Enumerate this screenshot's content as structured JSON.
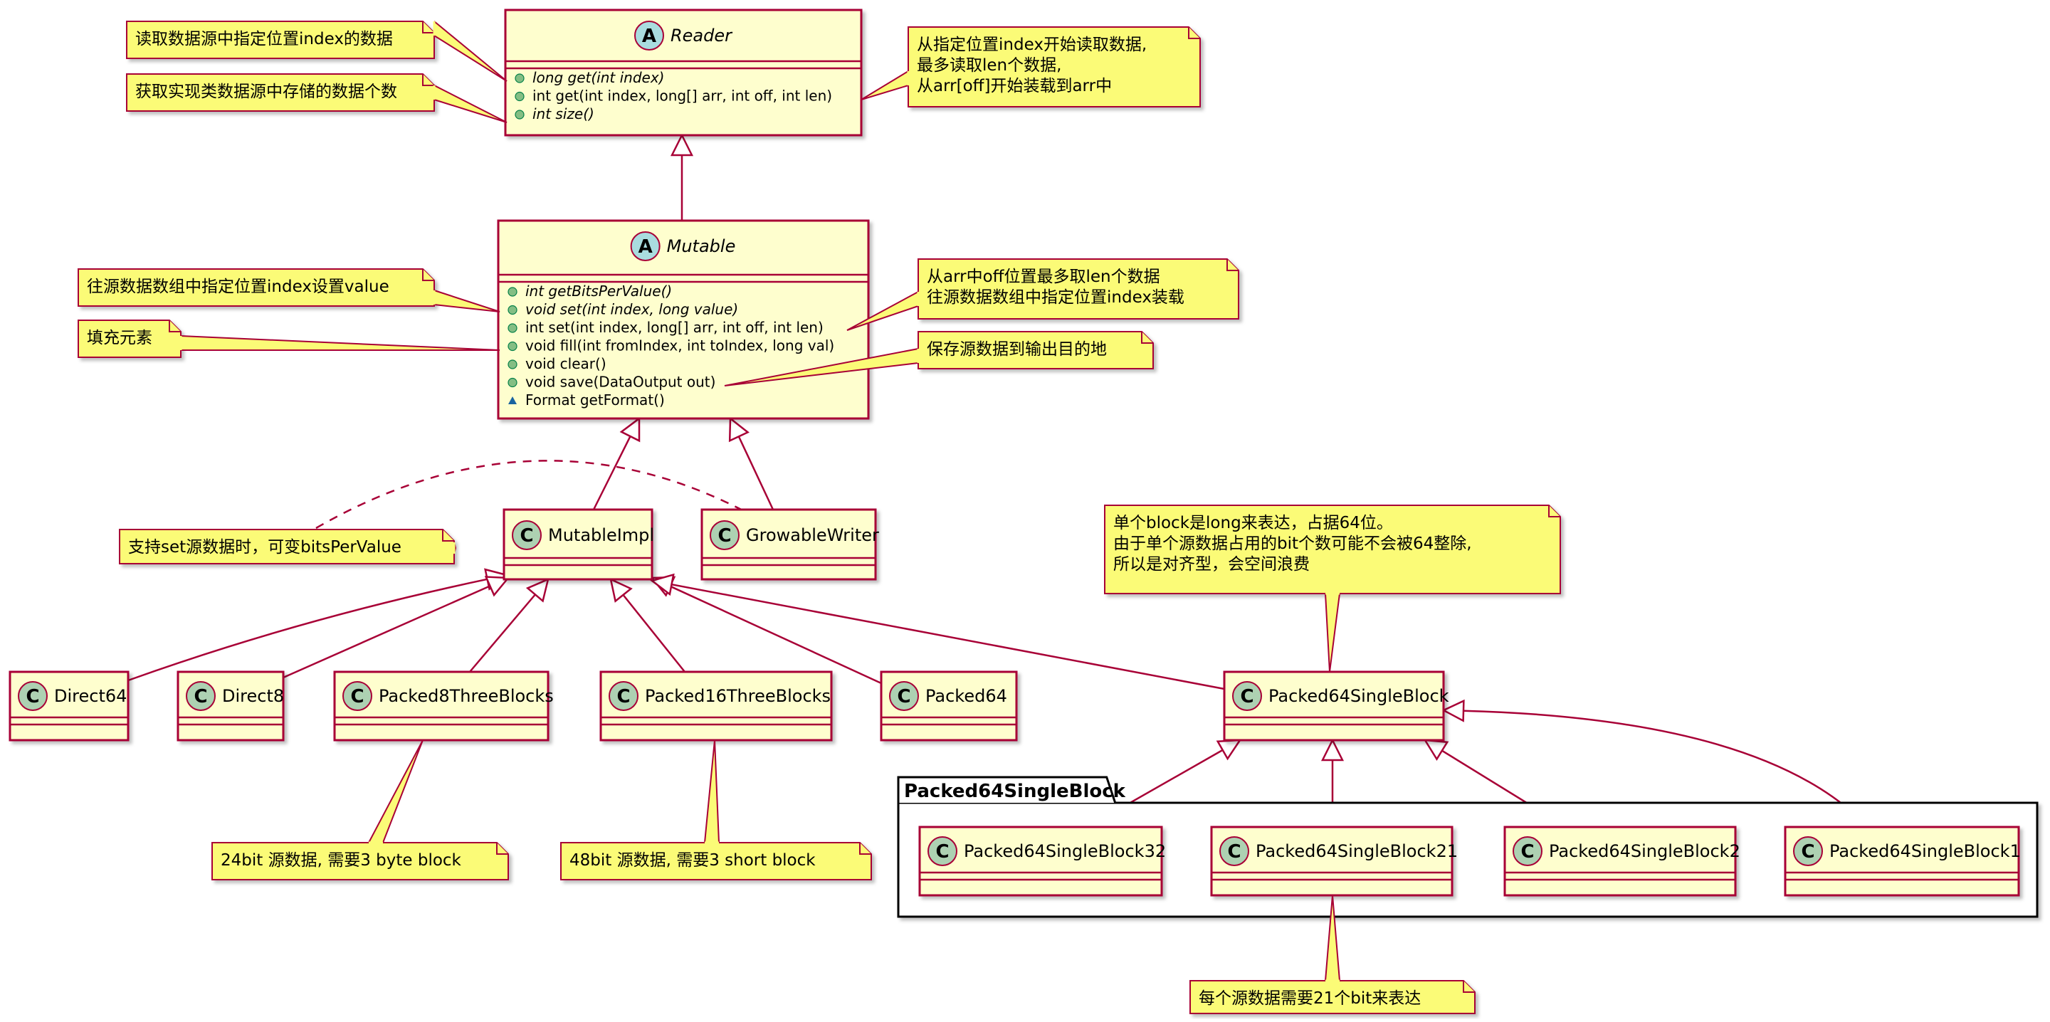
{
  "colors": {
    "class_fill": "#FEFECE",
    "class_border": "#A80036",
    "note_fill": "#FBFB77",
    "note_border": "#A80036",
    "abstract_circle": "#A9DCDF",
    "class_circle": "#ADD1B2",
    "edge": "#A80036",
    "public_marker": "#84BE84",
    "package_marker": "#1963A0"
  },
  "classes": {
    "reader": {
      "name": "Reader",
      "stereotype_letter": "A",
      "members": [
        {
          "vis": "public",
          "text": "long get(int index)",
          "italic": true
        },
        {
          "vis": "public",
          "text": "int get(int index, long[] arr, int off, int len)",
          "italic": false
        },
        {
          "vis": "public",
          "text": "int size()",
          "italic": true
        }
      ]
    },
    "mutable": {
      "name": "Mutable",
      "stereotype_letter": "A",
      "members": [
        {
          "vis": "public",
          "text": "int getBitsPerValue()",
          "italic": true
        },
        {
          "vis": "public",
          "text": "void set(int index, long value)",
          "italic": true
        },
        {
          "vis": "public",
          "text": "int set(int index, long[] arr, int off, int len)",
          "italic": false
        },
        {
          "vis": "public",
          "text": "void fill(int fromIndex, int toIndex, long val)",
          "italic": false
        },
        {
          "vis": "public",
          "text": "void clear()",
          "italic": false
        },
        {
          "vis": "public",
          "text": "void save(DataOutput out)",
          "italic": false
        },
        {
          "vis": "package",
          "text": "Format getFormat()",
          "italic": false
        }
      ]
    },
    "mutable_impl": {
      "name": "MutableImpl",
      "stereotype_letter": "C"
    },
    "growable_writer": {
      "name": "GrowableWriter",
      "stereotype_letter": "C"
    },
    "direct64": {
      "name": "Direct64",
      "stereotype_letter": "C"
    },
    "direct8": {
      "name": "Direct8",
      "stereotype_letter": "C"
    },
    "packed8_three_blocks": {
      "name": "Packed8ThreeBlocks",
      "stereotype_letter": "C"
    },
    "packed16_three_blocks": {
      "name": "Packed16ThreeBlocks",
      "stereotype_letter": "C"
    },
    "packed64": {
      "name": "Packed64",
      "stereotype_letter": "C"
    },
    "packed64_single_block": {
      "name": "Packed64SingleBlock",
      "stereotype_letter": "C"
    },
    "packed64_single_block32": {
      "name": "Packed64SingleBlock32",
      "stereotype_letter": "C"
    },
    "packed64_single_block21": {
      "name": "Packed64SingleBlock21",
      "stereotype_letter": "C"
    },
    "packed64_single_block2": {
      "name": "Packed64SingleBlock2",
      "stereotype_letter": "C"
    },
    "packed64_single_block1": {
      "name": "Packed64SingleBlock1",
      "stereotype_letter": "C"
    }
  },
  "package": {
    "name": "Packed64SingleBlock"
  },
  "notes": {
    "reader_get": [
      "读取数据源中指定位置index的数据"
    ],
    "reader_size": [
      "获取实现类数据源中存储的数据个数"
    ],
    "reader_get_range": [
      "从指定位置index开始读取数据,",
      "最多读取len个数据,",
      "从arr[off]开始装载到arr中"
    ],
    "mutable_set": [
      "往源数据数组中指定位置index设置value"
    ],
    "mutable_fill": [
      "填充元素"
    ],
    "mutable_set_range": [
      "从arr中off位置最多取len个数据",
      "往源数据数组中指定位置index装载"
    ],
    "mutable_save": [
      "保存源数据到输出目的地"
    ],
    "mutable_impl": [
      "支持set源数据时，可变bitsPerValue"
    ],
    "single_block": [
      "单个block是long来表达，占据64位。",
      " 由于单个源数据占用的bit个数可能不会被64整除,",
      " 所以是对齐型，会空间浪费"
    ],
    "packed8": [
      "24bit 源数据, 需要3 byte block"
    ],
    "packed16": [
      "48bit 源数据, 需要3 short block"
    ],
    "block21": [
      "每个源数据需要21个bit来表达"
    ]
  }
}
